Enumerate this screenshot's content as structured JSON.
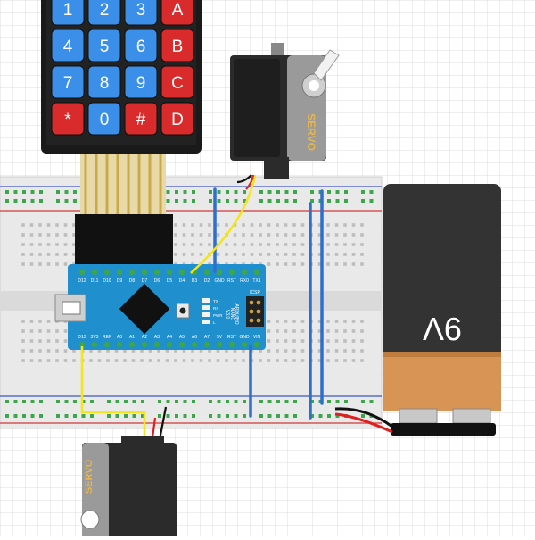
{
  "keypad": {
    "rows": [
      [
        {
          "label": "1",
          "type": "digit"
        },
        {
          "label": "2",
          "type": "digit"
        },
        {
          "label": "3",
          "type": "digit"
        },
        {
          "label": "A",
          "type": "letter"
        }
      ],
      [
        {
          "label": "4",
          "type": "digit"
        },
        {
          "label": "5",
          "type": "digit"
        },
        {
          "label": "6",
          "type": "digit"
        },
        {
          "label": "B",
          "type": "letter"
        }
      ],
      [
        {
          "label": "7",
          "type": "digit"
        },
        {
          "label": "8",
          "type": "digit"
        },
        {
          "label": "9",
          "type": "digit"
        },
        {
          "label": "C",
          "type": "letter"
        }
      ],
      [
        {
          "label": "*",
          "type": "symbol"
        },
        {
          "label": "0",
          "type": "digit"
        },
        {
          "label": "#",
          "type": "symbol"
        },
        {
          "label": "D",
          "type": "letter"
        }
      ]
    ]
  },
  "servo_top": {
    "label": "SERVO"
  },
  "servo_bottom": {
    "label": "SERVO"
  },
  "battery": {
    "label": "9V"
  },
  "arduino": {
    "top_pins": [
      "D12",
      "D11",
      "D10",
      "D9",
      "D8",
      "D7",
      "D6",
      "D5",
      "D4",
      "D3",
      "D2",
      "GND",
      "RST",
      "RX0",
      "TX1"
    ],
    "bottom_pins": [
      "D13",
      "3V3",
      "REF",
      "A0",
      "A1",
      "A2",
      "A3",
      "A4",
      "A5",
      "A6",
      "A7",
      "5V",
      "RST",
      "GND",
      "VIN"
    ],
    "board_text": [
      "ARDUINO",
      "NANO",
      "V3.0"
    ],
    "led_labels": [
      "TX",
      "RX",
      "PWR",
      "L"
    ],
    "icsp_label": "ICSP"
  },
  "colors": {
    "digit_key": "#3b8fe8",
    "letter_key": "#d92b2b",
    "board": "#1f8fce",
    "wire_yellow": "#f4e51c",
    "wire_red": "#e02020",
    "wire_black": "#111111",
    "jumper_blue": "#2d6fcb",
    "battery_body": "#333333",
    "battery_band": "#d89455"
  }
}
